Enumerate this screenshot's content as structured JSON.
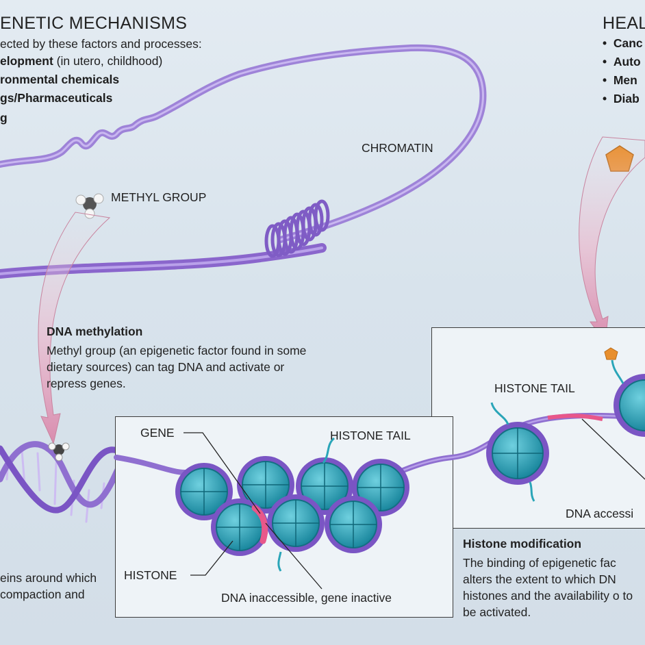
{
  "header_left": {
    "title": "ENETIC MECHANISMS",
    "subtitle": "ected by these factors and processes:",
    "items": [
      {
        "bold": "elopment",
        "rest": " (in utero, childhood)"
      },
      {
        "bold": "ronmental chemicals",
        "rest": ""
      },
      {
        "bold": "gs/Pharmaceuticals",
        "rest": ""
      },
      {
        "bold": "g",
        "rest": ""
      }
    ]
  },
  "header_right": {
    "title": "HEAL",
    "items": [
      "Canc",
      "Auto",
      "Men",
      "Diab"
    ]
  },
  "labels": {
    "chromatin": "CHROMATIN",
    "methyl_group": "METHYL GROUP",
    "gene": "GENE",
    "histone_tail_center": "HISTONE TAIL",
    "histone_tail_right": "HISTONE TAIL",
    "histone": "HISTONE",
    "dna_inaccessible": "DNA inaccessible, gene inactive",
    "dna_accessible": "DNA accessi"
  },
  "dna_methylation": {
    "heading": "DNA methylation",
    "body": "Methyl group (an epigenetic factor found in some dietary sources) can tag DNA and activate or repress genes."
  },
  "histone_modification": {
    "heading": "Histone modification",
    "body": "The binding of epigenetic fac alters the extent to which DN histones and the availability o to be activated."
  },
  "bottom_left": {
    "line1": "eins around which",
    "line2": "compaction and"
  },
  "colors": {
    "dna_purple": "#8f6fd0",
    "histone_teal": "#2aa5b8",
    "gene_pink": "#e8578a",
    "arrow_pink": "#e7b9cc",
    "factor_orange": "#e88f2e"
  }
}
